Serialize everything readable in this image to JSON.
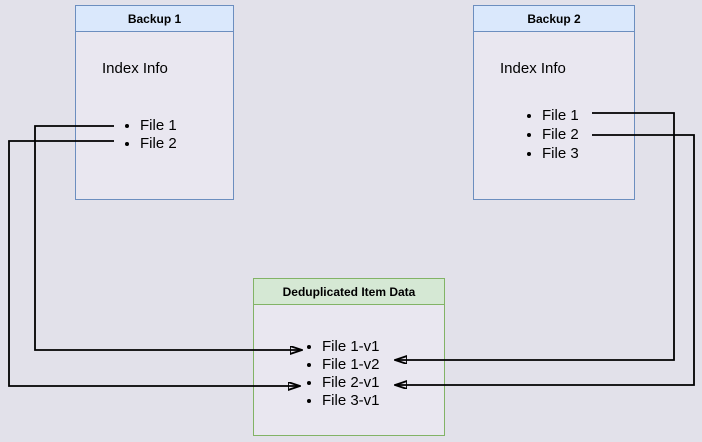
{
  "backup1": {
    "title": "Backup 1",
    "subtitle": "Index Info",
    "files": [
      "File 1",
      "File 2"
    ]
  },
  "backup2": {
    "title": "Backup 2",
    "subtitle": "Index Info",
    "files": [
      "File 1",
      "File 2",
      "File 3"
    ]
  },
  "dedup": {
    "title": "Deduplicated Item Data",
    "items": [
      "File 1-v1",
      "File 1-v2",
      "File 2-v1",
      "File 3-v1"
    ]
  },
  "connections": [
    {
      "from": "Backup 1 / File 1",
      "to": "File 1-v1"
    },
    {
      "from": "Backup 1 / File 2",
      "to": "File 2-v1"
    },
    {
      "from": "Backup 2 / File 1",
      "to": "File 1-v2"
    },
    {
      "from": "Backup 2 / File 2",
      "to": "File 2-v1"
    }
  ],
  "colors": {
    "background": "#e2e1ea",
    "box_body": "#e9e7f0",
    "blue_border": "#6c8ebf",
    "blue_header": "#dae8fc",
    "green_border": "#82b366",
    "green_header": "#d5e8d4",
    "line": "#000000"
  }
}
